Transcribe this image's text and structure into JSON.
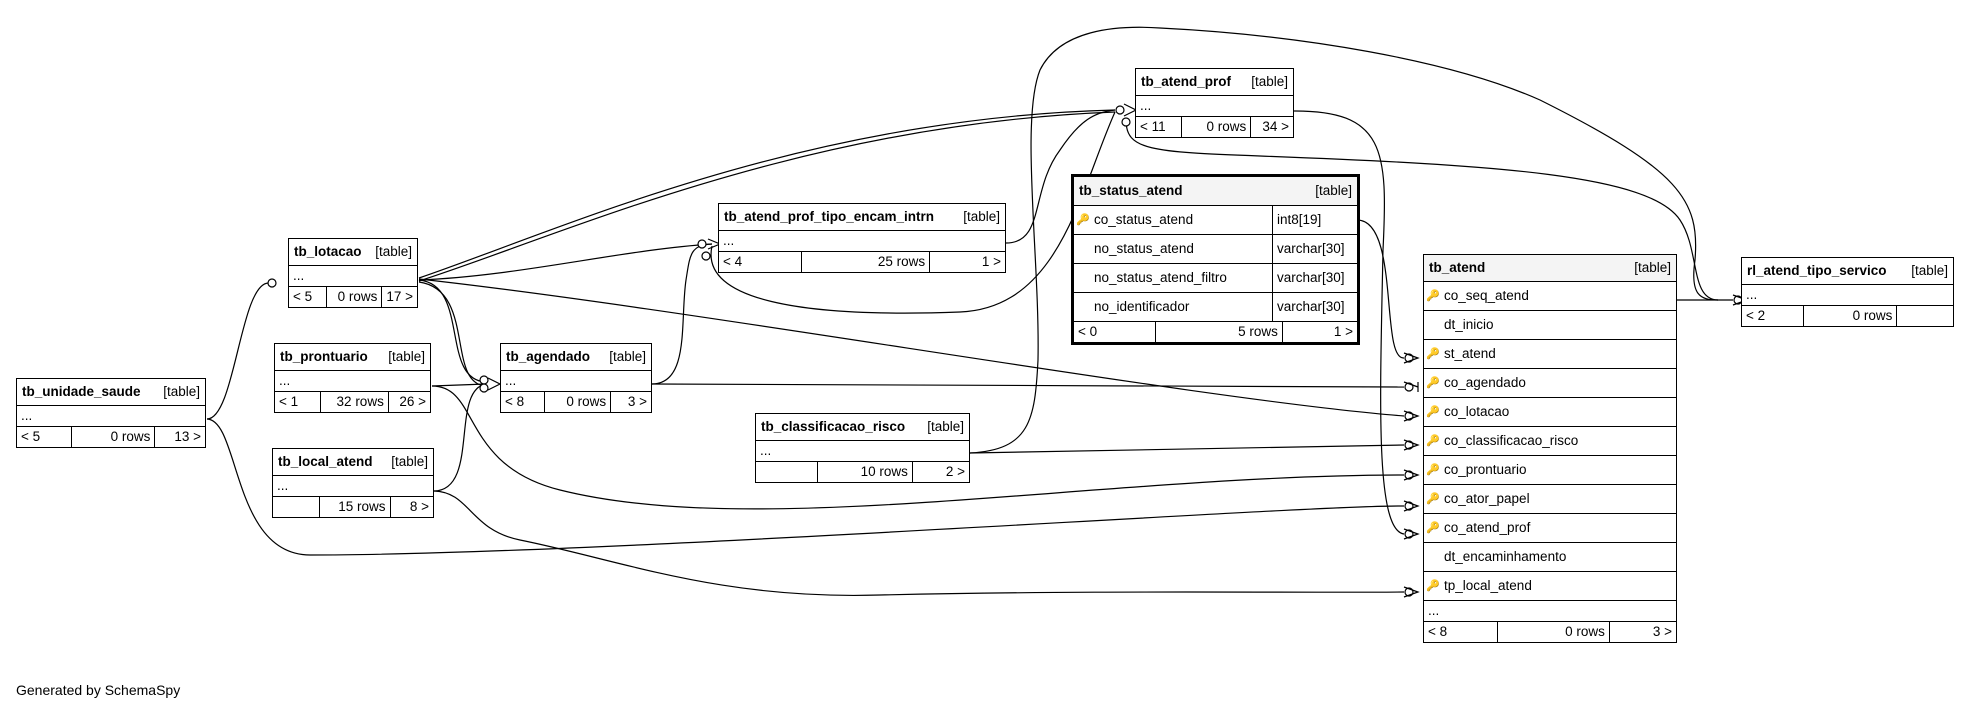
{
  "footer": "Generated by SchemaSpy",
  "tables": {
    "tb_unidade_saude": {
      "name": "tb_unidade_saude",
      "kind": "[table]",
      "rows": [],
      "ellipsis": "...",
      "parents": "< 5",
      "row_count": "0 rows",
      "children": "13 >"
    },
    "tb_lotacao": {
      "name": "tb_lotacao",
      "kind": "[table]",
      "rows": [],
      "ellipsis": "...",
      "parents": "< 5",
      "row_count": "0 rows",
      "children": "17 >"
    },
    "tb_prontuario": {
      "name": "tb_prontuario",
      "kind": "[table]",
      "rows": [],
      "ellipsis": "...",
      "parents": "< 1",
      "row_count": "32 rows",
      "children": "26 >"
    },
    "tb_local_atend": {
      "name": "tb_local_atend",
      "kind": "[table]",
      "rows": [],
      "ellipsis": "...",
      "parents": "",
      "row_count": "15 rows",
      "children": "8 >"
    },
    "tb_agendado": {
      "name": "tb_agendado",
      "kind": "[table]",
      "rows": [],
      "ellipsis": "...",
      "parents": "< 8",
      "row_count": "0 rows",
      "children": "3 >"
    },
    "tb_atend_prof_tipo_encam_intrn": {
      "name": "tb_atend_prof_tipo_encam_intrn",
      "kind": "[table]",
      "rows": [],
      "ellipsis": "...",
      "parents": "< 4",
      "row_count": "25 rows",
      "children": "1 >"
    },
    "tb_classificacao_risco": {
      "name": "tb_classificacao_risco",
      "kind": "[table]",
      "rows": [],
      "ellipsis": "...",
      "parents": "",
      "row_count": "10 rows",
      "children": "2 >"
    },
    "tb_atend_prof": {
      "name": "tb_atend_prof",
      "kind": "[table]",
      "rows": [],
      "ellipsis": "...",
      "parents": "< 11",
      "row_count": "0 rows",
      "children": "34 >"
    },
    "tb_status_atend": {
      "name": "tb_status_atend",
      "kind": "[table]",
      "rows": [
        {
          "key": "pk",
          "name": "co_status_atend",
          "type": "int8[19]"
        },
        {
          "key": "",
          "name": "no_status_atend",
          "type": "varchar[30]"
        },
        {
          "key": "",
          "name": "no_status_atend_filtro",
          "type": "varchar[30]"
        },
        {
          "key": "",
          "name": "no_identificador",
          "type": "varchar[30]"
        }
      ],
      "ellipsis": "",
      "parents": "< 0",
      "row_count": "5 rows",
      "children": "1 >"
    },
    "tb_atend": {
      "name": "tb_atend",
      "kind": "[table]",
      "rows": [
        {
          "key": "pk",
          "name": "co_seq_atend"
        },
        {
          "key": "",
          "name": "dt_inicio"
        },
        {
          "key": "fk",
          "name": "st_atend"
        },
        {
          "key": "fk",
          "name": "co_agendado"
        },
        {
          "key": "fk",
          "name": "co_lotacao"
        },
        {
          "key": "fk",
          "name": "co_classificacao_risco"
        },
        {
          "key": "fk",
          "name": "co_prontuario"
        },
        {
          "key": "fk",
          "name": "co_ator_papel"
        },
        {
          "key": "fk",
          "name": "co_atend_prof"
        },
        {
          "key": "",
          "name": "dt_encaminhamento"
        },
        {
          "key": "fk",
          "name": "tp_local_atend"
        }
      ],
      "ellipsis": "...",
      "parents": "< 8",
      "row_count": "0 rows",
      "children": "3 >"
    },
    "rl_atend_tipo_servico": {
      "name": "rl_atend_tipo_servico",
      "kind": "[table]",
      "rows": [],
      "ellipsis": "...",
      "parents": "< 2",
      "row_count": "0 rows",
      "children": ""
    }
  }
}
